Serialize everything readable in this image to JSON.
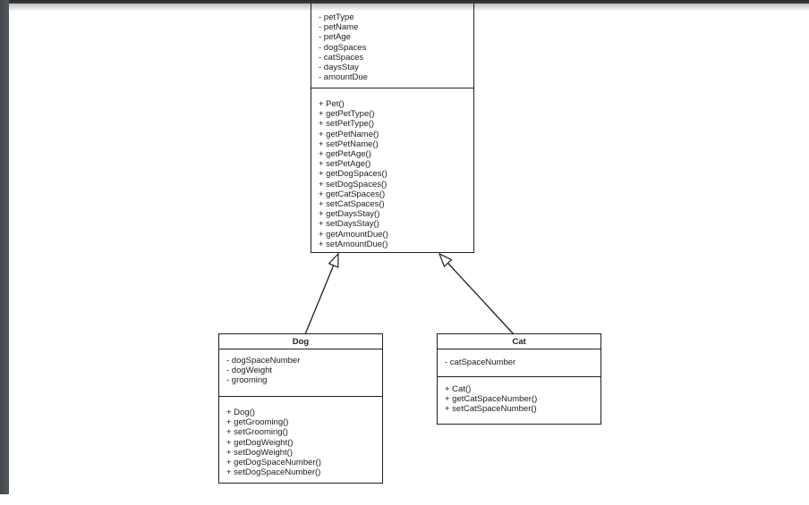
{
  "chrome": {
    "top_bar_color": "#2c3035",
    "left_bar_color": "#4b5055",
    "canvas_color": "#ffffff"
  },
  "diagram": {
    "stroke_color": "#1f1f1f",
    "classes": [
      {
        "name": "",
        "attributes": [
          "- petType",
          "- petName",
          "- petAge",
          "- dogSpaces",
          "- catSpaces",
          "- daysStay",
          "- amountDue"
        ],
        "methods": [
          "+ Pet()",
          "+ getPetType()",
          "+ setPetType()",
          "+ getPetName()",
          "+ setPetName()",
          "+ getPetAge()",
          "+ setPetAge()",
          "+ getDogSpaces()",
          "+ setDogSpaces()",
          "+ getCatSpaces()",
          "+ setCatSpaces()",
          "+ getDaysStay()",
          "+ setDaysStay()",
          "+ getAmountDue()",
          "+ setAmountDue()"
        ]
      },
      {
        "name": "Dog",
        "attributes": [
          "- dogSpaceNumber",
          "- dogWeight",
          "- grooming"
        ],
        "methods": [
          "+ Dog()",
          "+ getGrooming()",
          "+ setGrooming()",
          "+ getDogWeight()",
          "+ setDogWeight()",
          "+ getDogSpaceNumber()",
          "+ setDogSpaceNumber()"
        ]
      },
      {
        "name": "Cat",
        "attributes": [
          "- catSpaceNumber"
        ],
        "methods": [
          "+ Cat()",
          "+ getCatSpaceNumber()",
          "+ setCatSpaceNumber()"
        ]
      }
    ],
    "relationships": [
      {
        "from": "Dog",
        "to": "parent-class",
        "type": "inheritance"
      },
      {
        "from": "Cat",
        "to": "parent-class",
        "type": "inheritance"
      }
    ]
  }
}
